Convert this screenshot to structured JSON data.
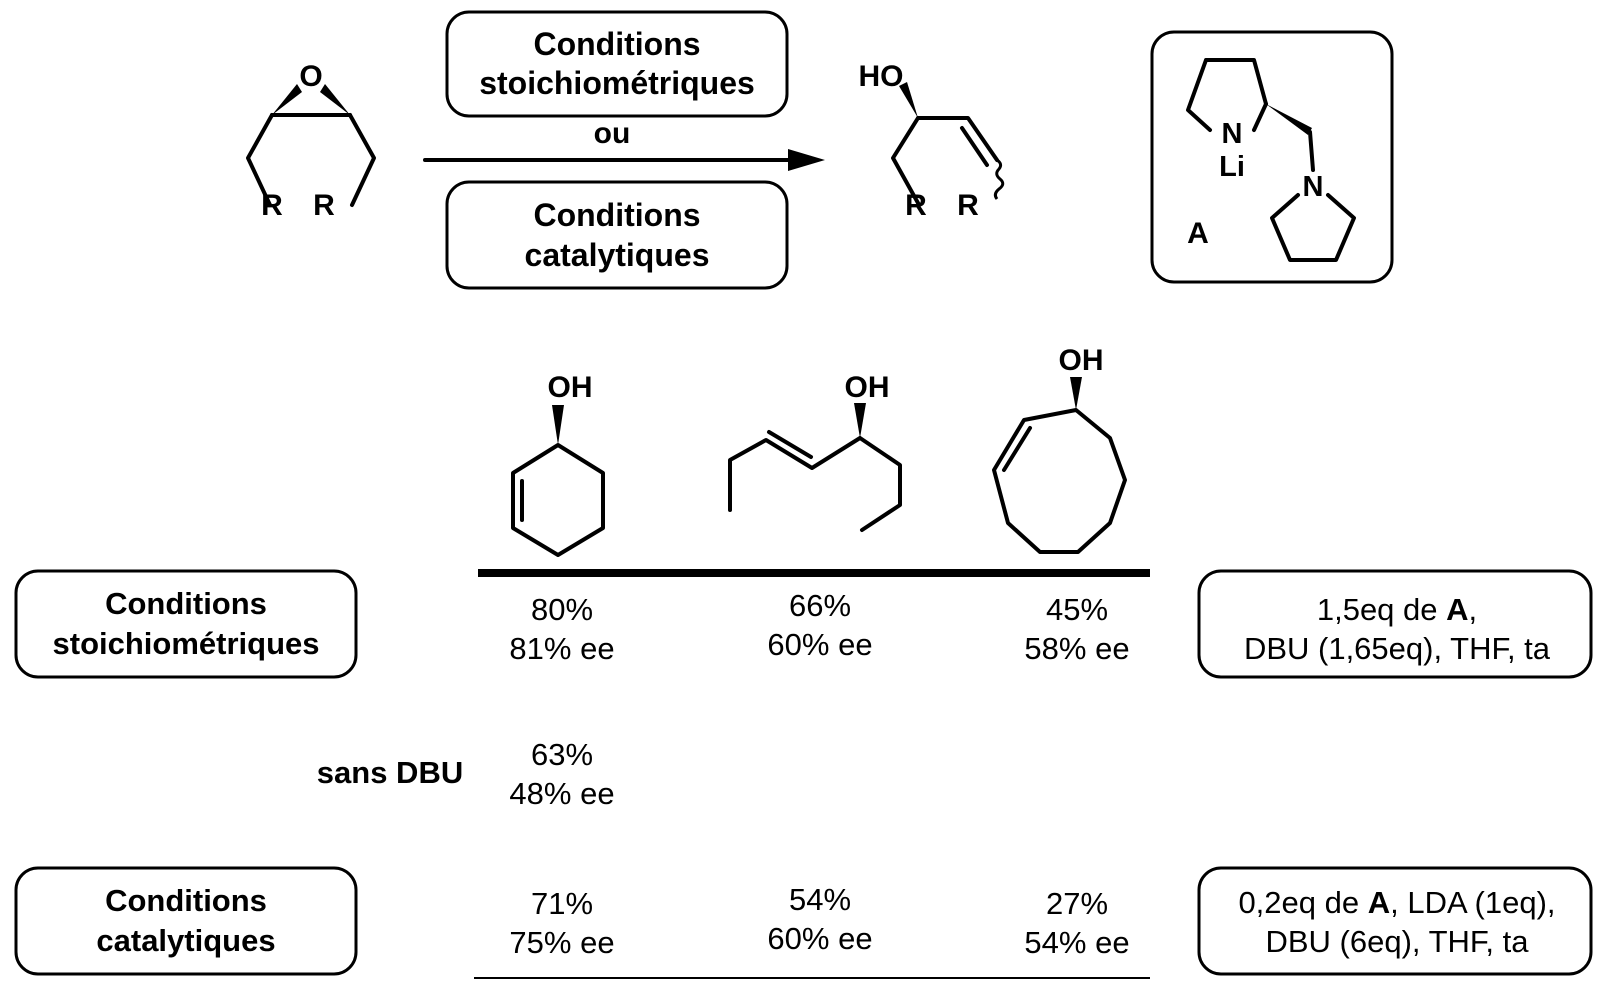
{
  "scheme": {
    "reagent_box_top": {
      "line1": "Conditions",
      "line2": "stoichiométriques"
    },
    "reagent_or": "ou",
    "reagent_box_bottom": {
      "line1": "Conditions",
      "line2": "catalytiques"
    },
    "substrate": {
      "o_label": "O",
      "r_left": "R",
      "r_right": "R"
    },
    "product": {
      "ho_label": "HO",
      "r_left": "R",
      "r_right": "R"
    },
    "base_a": {
      "n1": "N",
      "li": "Li",
      "n2": "N",
      "label": "A"
    }
  },
  "products": {
    "p1": {
      "oh": "OH"
    },
    "p2": {
      "oh": "OH"
    },
    "p3": {
      "oh": "OH"
    }
  },
  "table": {
    "rows": [
      {
        "label": {
          "line1": "Conditions",
          "line2": "stoichiométriques"
        },
        "values": [
          {
            "yield": "80%",
            "ee": "81% ee"
          },
          {
            "yield": "66%",
            "ee": "60% ee"
          },
          {
            "yield": "45%",
            "ee": "58% ee"
          }
        ],
        "conditions": {
          "line1_pre": "1,5eq de ",
          "line1_bold": "A",
          "line1_post": ",",
          "line2": "DBU (1,65eq), THF, ta"
        }
      },
      {
        "label_plain": "sans DBU",
        "values": [
          {
            "yield": "63%",
            "ee": "48% ee"
          }
        ]
      },
      {
        "label": {
          "line1": "Conditions",
          "line2": "catalytiques"
        },
        "values": [
          {
            "yield": "71%",
            "ee": "75% ee"
          },
          {
            "yield": "54%",
            "ee": "60% ee"
          },
          {
            "yield": "27%",
            "ee": "54% ee"
          }
        ],
        "conditions": {
          "line1_pre": "0,2eq de ",
          "line1_bold": "A",
          "line1_post": ", LDA (1eq),",
          "line2": "DBU (6eq), THF, ta"
        }
      }
    ]
  }
}
